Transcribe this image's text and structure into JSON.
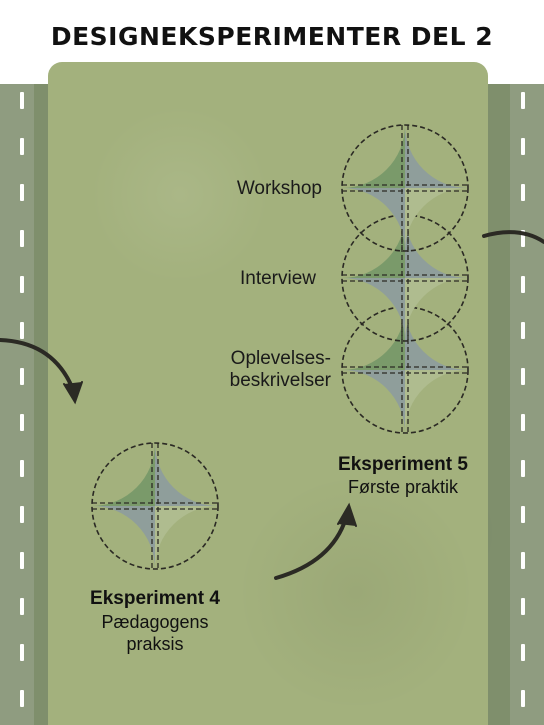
{
  "title": "DESIGNEKSPERIMENTER DEL 2",
  "experiment_5": {
    "title": "Eksperiment 5",
    "subtitle": "Første praktik",
    "methods": [
      "Workshop",
      "Interview",
      "Oplevelses-",
      "beskrivelser"
    ]
  },
  "experiment_4": {
    "title": "Eksperiment 4",
    "subtitle_line1": "Pædagogens",
    "subtitle_line2": "praksis"
  },
  "colors": {
    "road": "#7f8f6c",
    "panel": "#a3b17d",
    "quad_green": "#7a9a6a",
    "quad_blue": "#8f9e9b",
    "quad_light": "#afbc8f",
    "arrow": "#2b2a24"
  }
}
